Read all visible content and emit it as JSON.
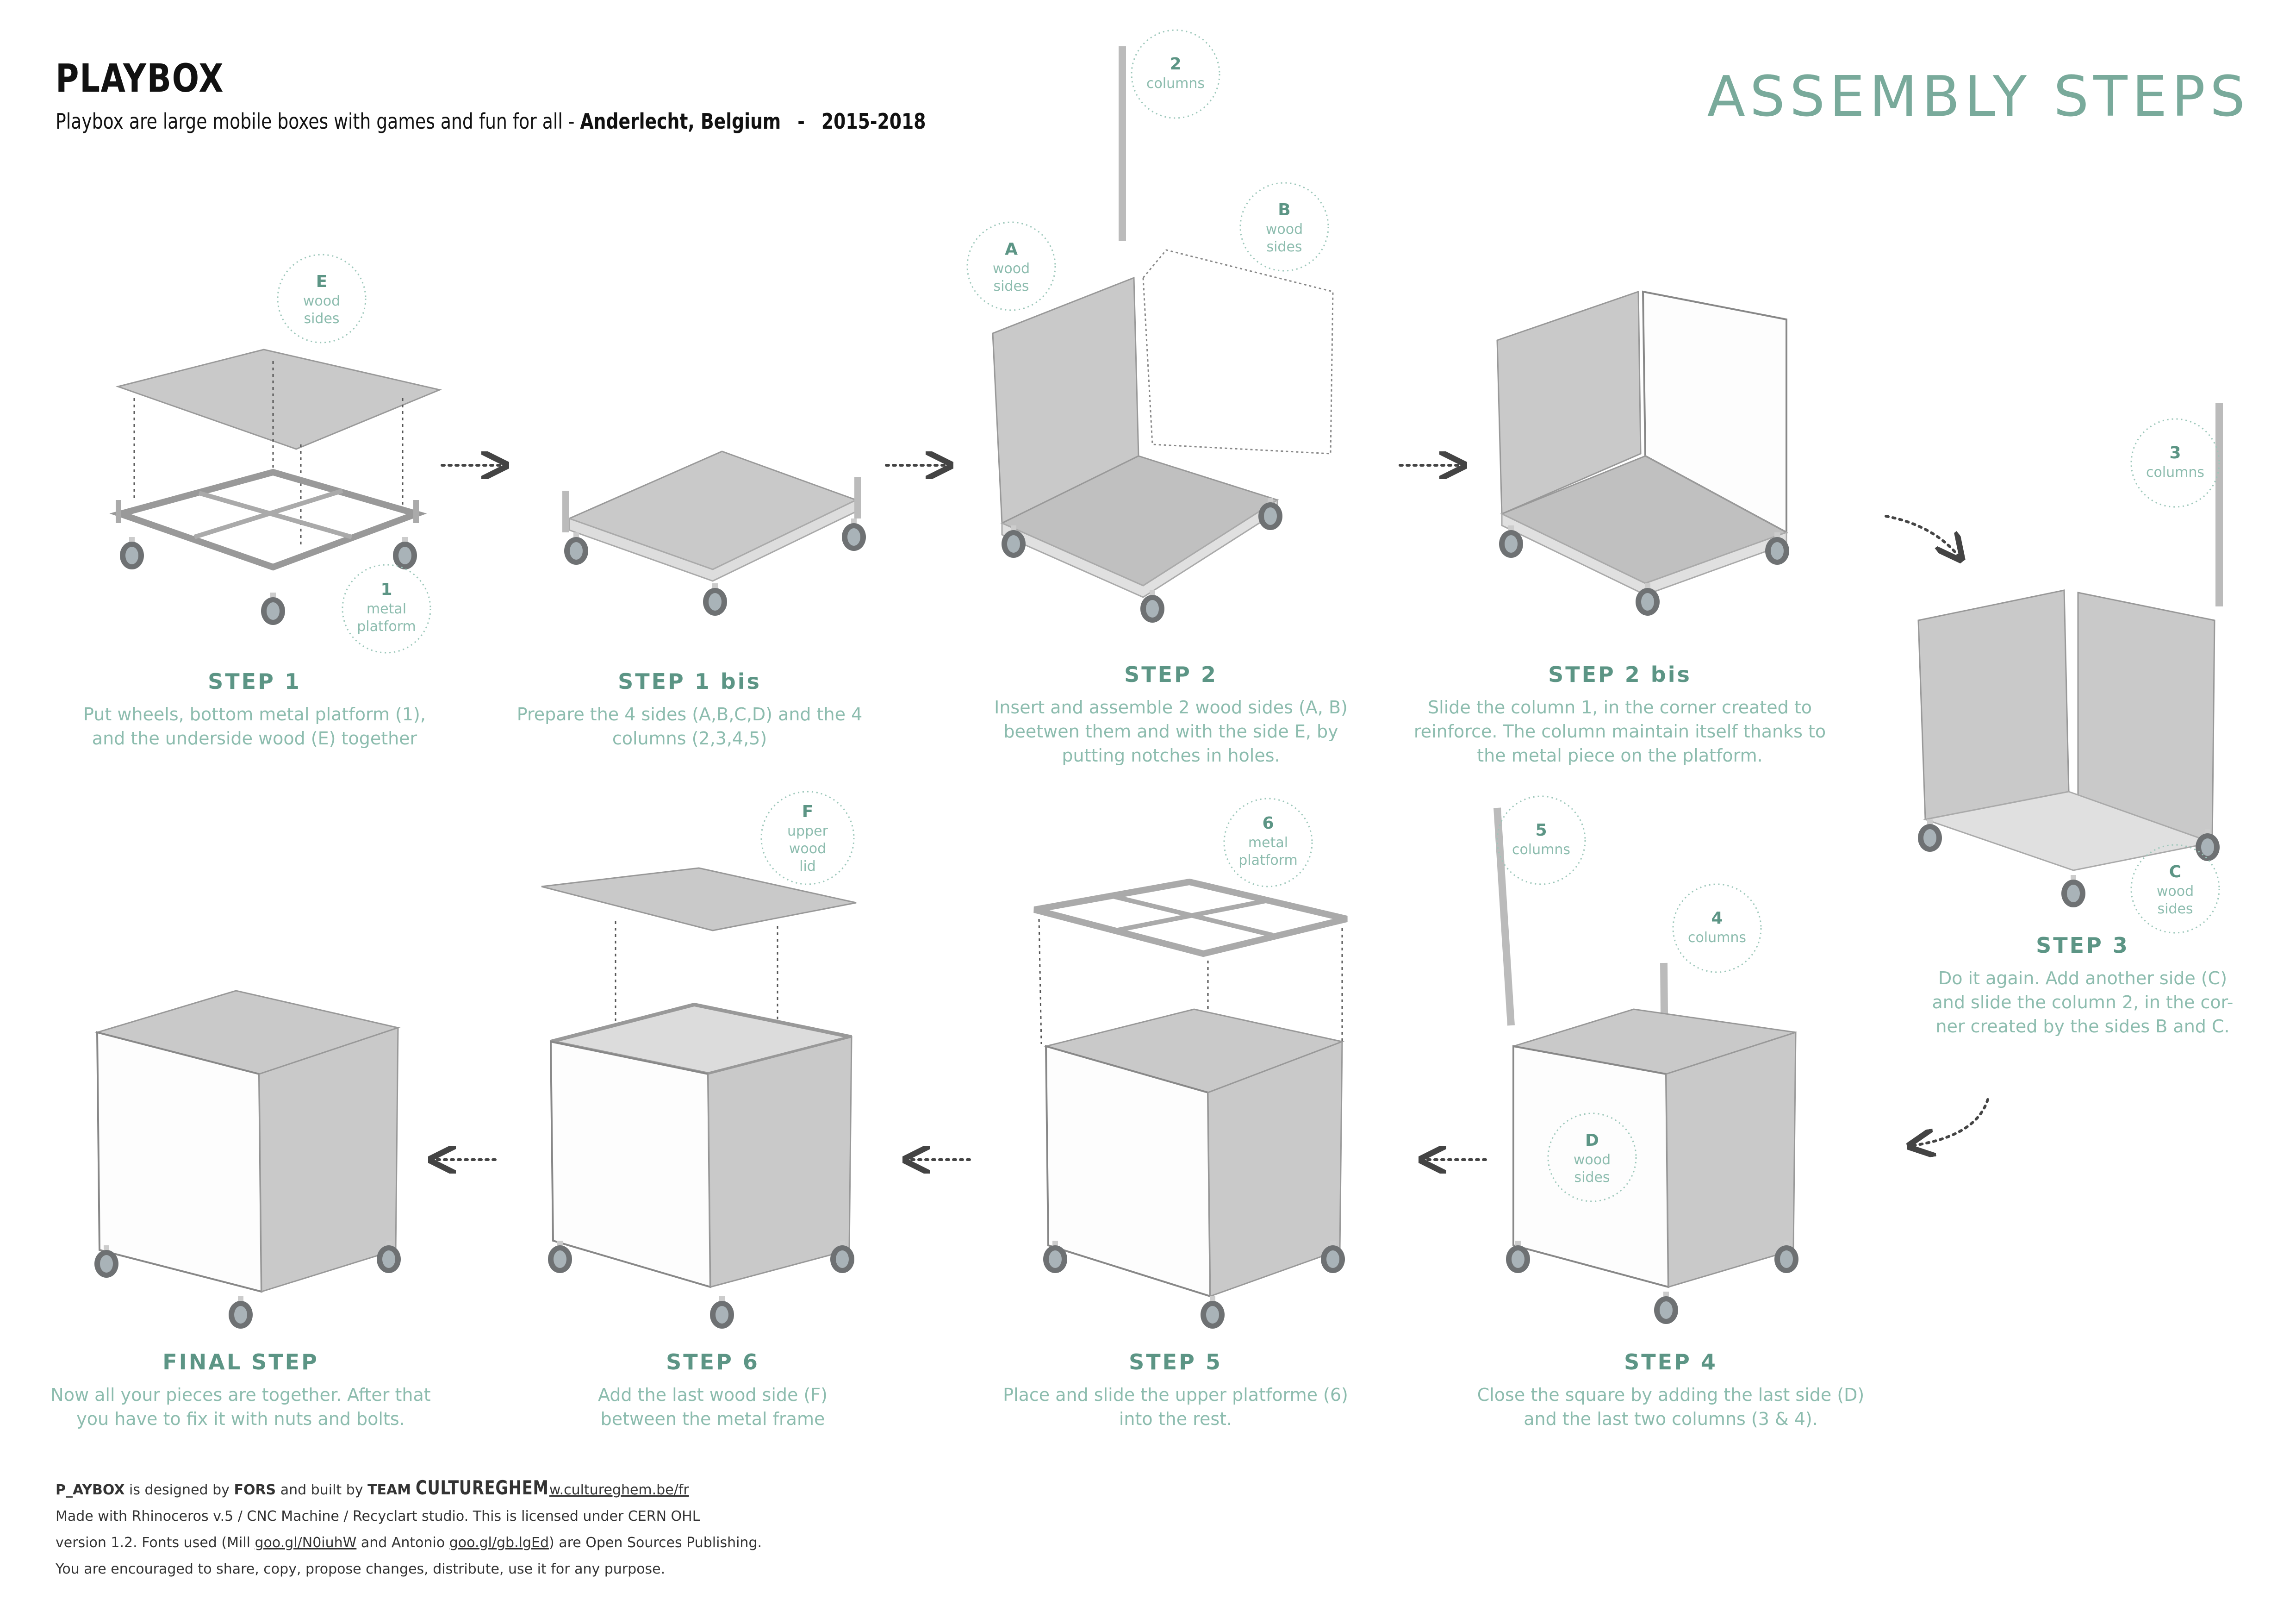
{
  "header": {
    "title": "PLAYBOX",
    "subtitle_lead": "Playbox are large mobile boxes with games and fun  for all -",
    "location": "Anderlecht, Belgium",
    "separator": "-",
    "years": "2015-2018",
    "headline": "ASSEMBLY STEPS"
  },
  "colors": {
    "accent": "#79aa9b",
    "caption": "#8cbcae",
    "panel": "#c9c9c9",
    "frame": "#f2f2f2",
    "line": "#555555"
  },
  "labels": {
    "E": {
      "letter": "E",
      "line1": "wood",
      "line2": "sides"
    },
    "L1": {
      "letter": "1",
      "line1": "metal",
      "line2": "platform"
    },
    "L2": {
      "letter": "2",
      "line1": "columns",
      "line2": ""
    },
    "A": {
      "letter": "A",
      "line1": "wood",
      "line2": "sides"
    },
    "B": {
      "letter": "B",
      "line1": "wood",
      "line2": "sides"
    },
    "L3": {
      "letter": "3",
      "line1": "columns",
      "line2": ""
    },
    "C": {
      "letter": "C",
      "line1": "wood",
      "line2": "sides"
    },
    "F": {
      "letter": "F",
      "line1": "upper",
      "line2": "wood",
      "line3": "lid"
    },
    "L6": {
      "letter": "6",
      "line1": "metal",
      "line2": "platform"
    },
    "L5": {
      "letter": "5",
      "line1": "columns",
      "line2": ""
    },
    "L4": {
      "letter": "4",
      "line1": "columns",
      "line2": ""
    },
    "D": {
      "letter": "D",
      "line1": "wood",
      "line2": "sides"
    }
  },
  "steps": {
    "s1": {
      "title": "STEP 1",
      "l1": "Put wheels, bottom metal platform (1),",
      "l2": "and the underside wood (E) together",
      "l3": ""
    },
    "s1b": {
      "title": "STEP 1 bis",
      "l1": "Prepare the 4 sides (A,B,C,D) and the 4",
      "l2": "columns (2,3,4,5)",
      "l3": ""
    },
    "s2": {
      "title": "STEP 2",
      "l1": "Insert and assemble 2 wood sides  (A,  B)",
      "l2": "beetwen them and with the side E, by",
      "l3": "putting notches in holes."
    },
    "s2b": {
      "title": "STEP 2 bis",
      "l1": "Slide the column 1, in the corner created to",
      "l2": "reinforce. The column maintain itself thanks to",
      "l3": "the metal piece on the platform."
    },
    "s3": {
      "title": "STEP 3",
      "l1": "Do it again. Add another side (C)",
      "l2": "and slide the column 2, in the cor-",
      "l3": "ner created by the sides B and C."
    },
    "s4": {
      "title": "STEP 4",
      "l1": "Close the square by adding the last side (D)",
      "l2": "and the last two columns (3 & 4).",
      "l3": ""
    },
    "s5": {
      "title": "STEP 5",
      "l1": "Place and slide the upper platforme (6)",
      "l2": "into the rest.",
      "l3": ""
    },
    "s6": {
      "title": "STEP 6",
      "l1": "Add the last wood side (F)",
      "l2": "between the metal frame",
      "l3": ""
    },
    "final": {
      "title": "FINAL STEP",
      "l1": "Now all your pieces are together. After that",
      "l2": "you have to fix it with nuts and bolts.",
      "l3": ""
    }
  },
  "footer": {
    "name": "P_AYBOX",
    "designed_by": "is designed by",
    "fors": "FORS",
    "built_by": "and built  by",
    "team": "TEAM",
    "logo": "CULTUREGHEM",
    "url": "w.cultureghem.be/fr",
    "line2": "Made with Rhinoceros v.5 / CNC Machine / Recyclart studio. This is licensed under CERN OHL",
    "line3a": "version 1.2. Fonts used (Mill",
    "link1": "goo.gl/N0iuhW",
    "line3b": "and Antonio",
    "link2": "goo.gl/gb.lgEd",
    "line3c": ") are Open Sources Publishing.",
    "line4": "You are encouraged to share, copy, propose changes, distribute, use it  for any purpose."
  }
}
